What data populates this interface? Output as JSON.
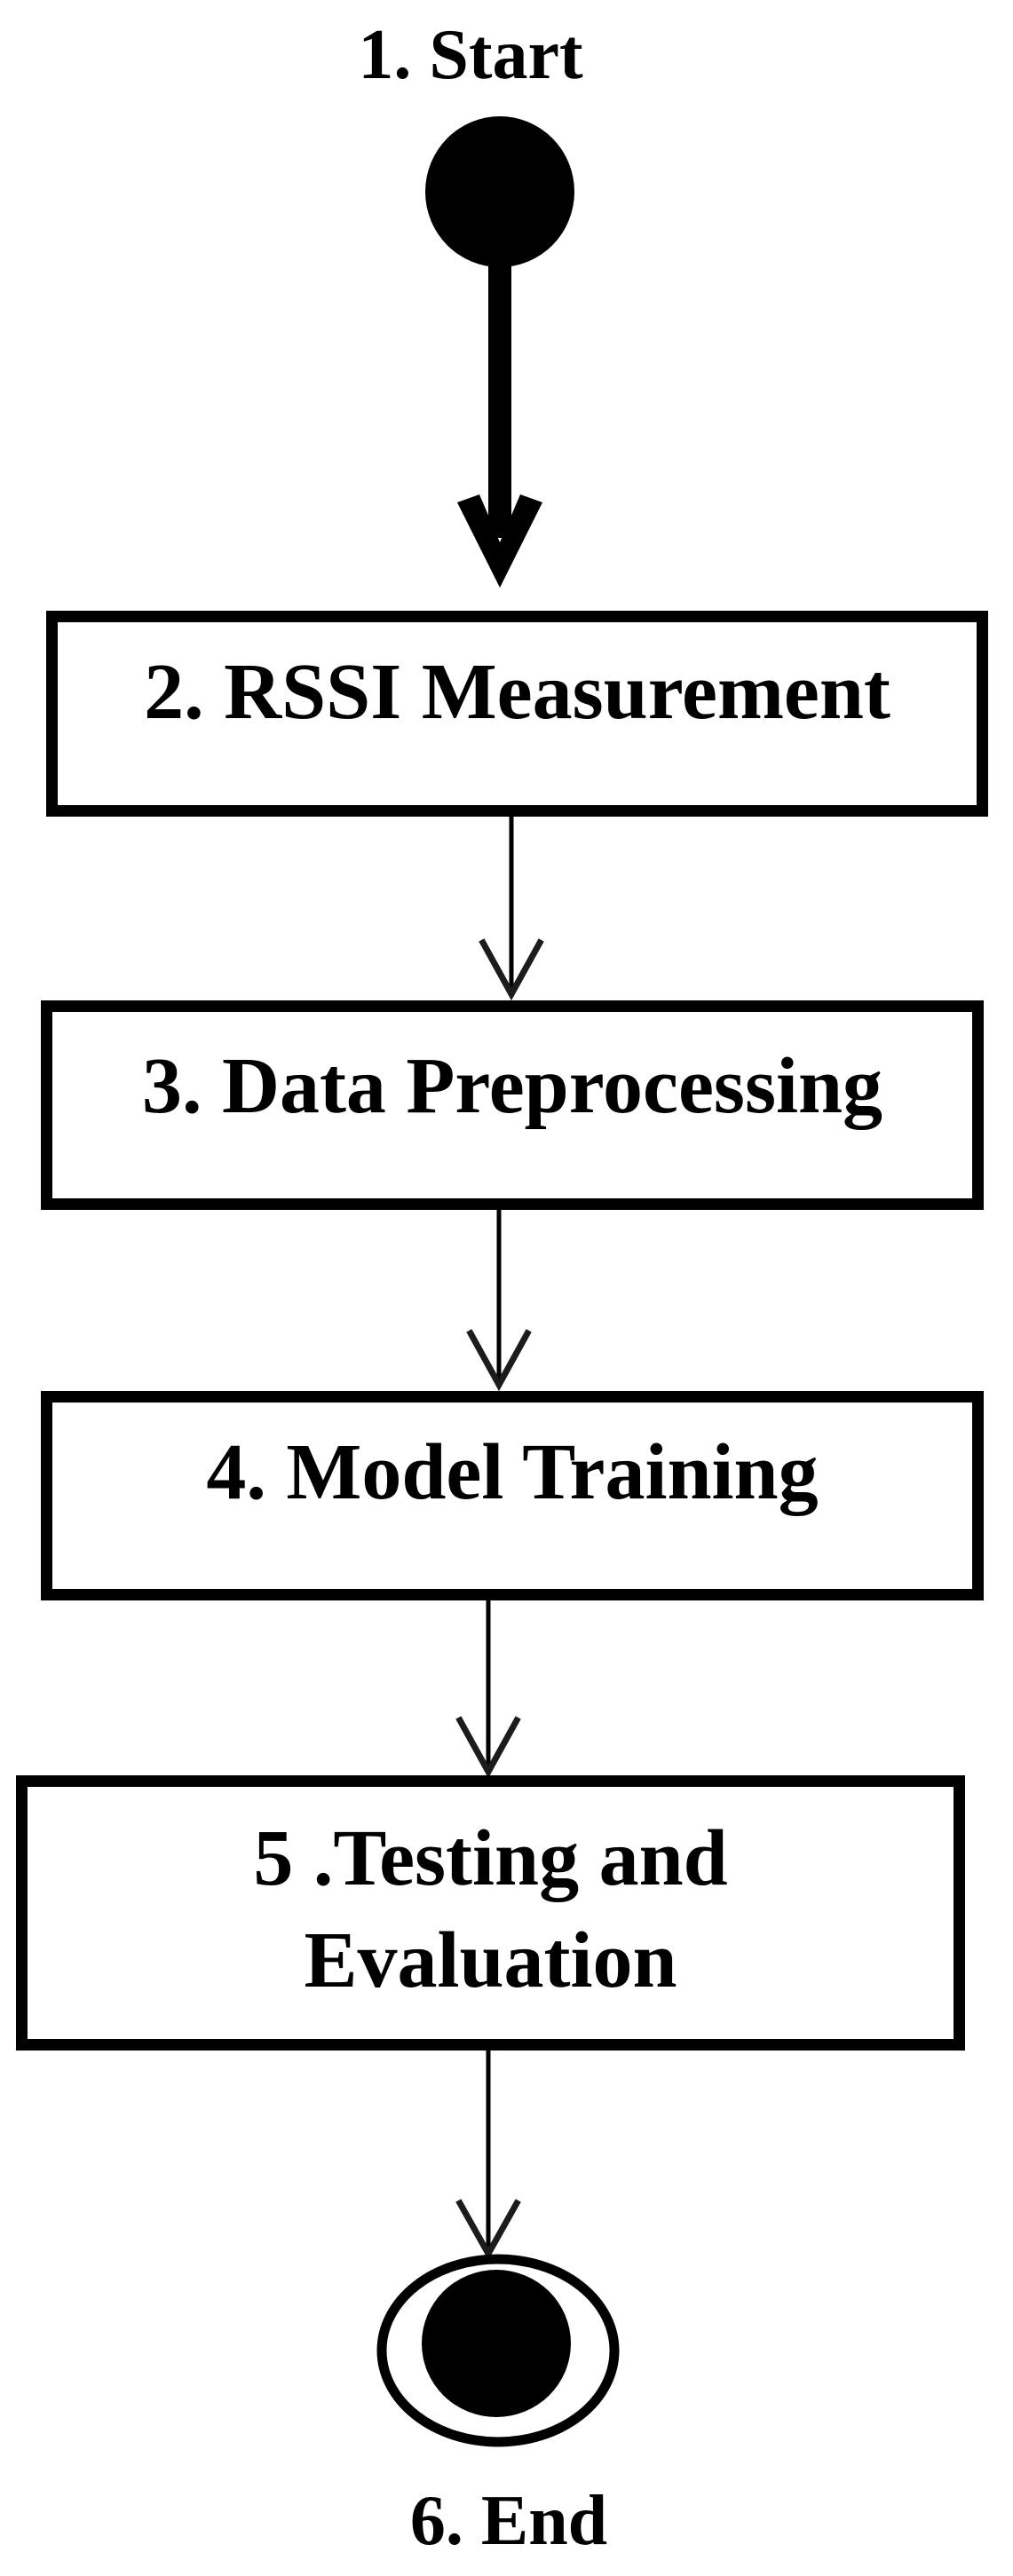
{
  "diagram": {
    "kind": "flowchart-activity-diagram",
    "background_color": "#ffffff",
    "ink_color": "#000000",
    "nodes": [
      {
        "id": "start",
        "type": "start-terminal",
        "label": "1. Start"
      },
      {
        "id": "rssi-measurement",
        "type": "process",
        "label": "2. RSSI Measurement"
      },
      {
        "id": "data-preprocessing",
        "type": "process",
        "label": "3. Data Preprocessing"
      },
      {
        "id": "model-training",
        "type": "process",
        "label": "4. Model Training"
      },
      {
        "id": "testing-evaluation",
        "type": "process",
        "label": "5 .Testing and Evaluation",
        "lines": [
          "5 .Testing and",
          "Evaluation"
        ]
      },
      {
        "id": "end",
        "type": "end-terminal",
        "label": "6. End"
      }
    ],
    "edges": [
      {
        "from": "start",
        "to": "rssi-measurement",
        "style": "thick-solid-arrow"
      },
      {
        "from": "rssi-measurement",
        "to": "data-preprocessing",
        "style": "thin-open-arrow"
      },
      {
        "from": "data-preprocessing",
        "to": "model-training",
        "style": "thin-open-arrow"
      },
      {
        "from": "model-training",
        "to": "testing-evaluation",
        "style": "thin-open-arrow"
      },
      {
        "from": "testing-evaluation",
        "to": "end",
        "style": "thin-open-arrow"
      }
    ]
  }
}
